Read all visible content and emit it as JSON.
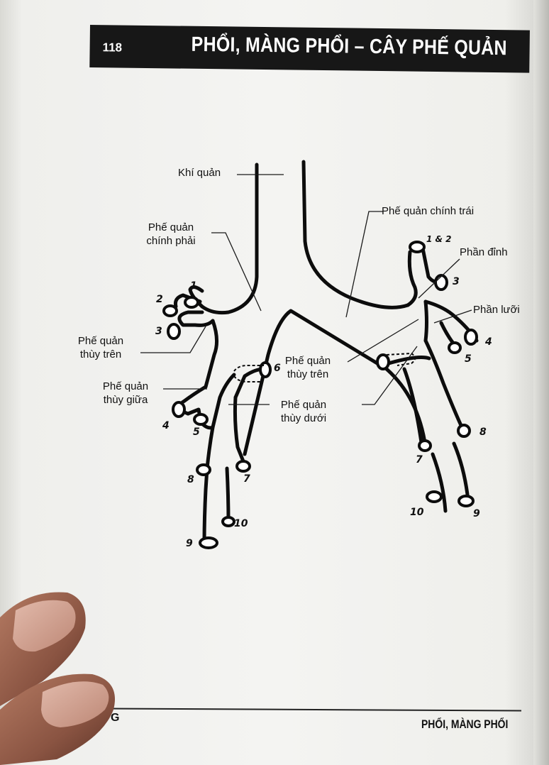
{
  "header": {
    "page_number": "118",
    "title": "PHỔI, MÀNG PHỔI – CÂY PHẾ QUẢN"
  },
  "diagram": {
    "labels": {
      "trachea": "Khí quản",
      "right_main_line1": "Phế quản",
      "right_main_line2": "chính phải",
      "left_main": "Phế quản chính trái",
      "apical_part": "Phần đỉnh",
      "lingular_part": "Phần lưỡi",
      "right_upper_line1": "Phế quản",
      "right_upper_line2": "thùy trên",
      "right_middle_line1": "Phế quản",
      "right_middle_line2": "thùy giữa",
      "left_upper_line1": "Phế quản",
      "left_upper_line2": "thùy trên",
      "lower_line1": "Phế quản",
      "lower_line2": "thùy dưới"
    },
    "segment_numbers": {
      "r1": "1",
      "r2": "2",
      "r3": "3",
      "r4": "4",
      "r5": "5",
      "r6": "6",
      "r7": "7",
      "r8": "8",
      "r9": "9",
      "r10": "10",
      "l12": "1 & 2",
      "l3": "3",
      "l4": "4",
      "l5": "5",
      "l7": "7",
      "l8": "8",
      "l9": "9",
      "l10": "10"
    }
  },
  "footer": {
    "left_fragment": "G",
    "right_title": "PHỔI, MÀNG PHỔI"
  }
}
